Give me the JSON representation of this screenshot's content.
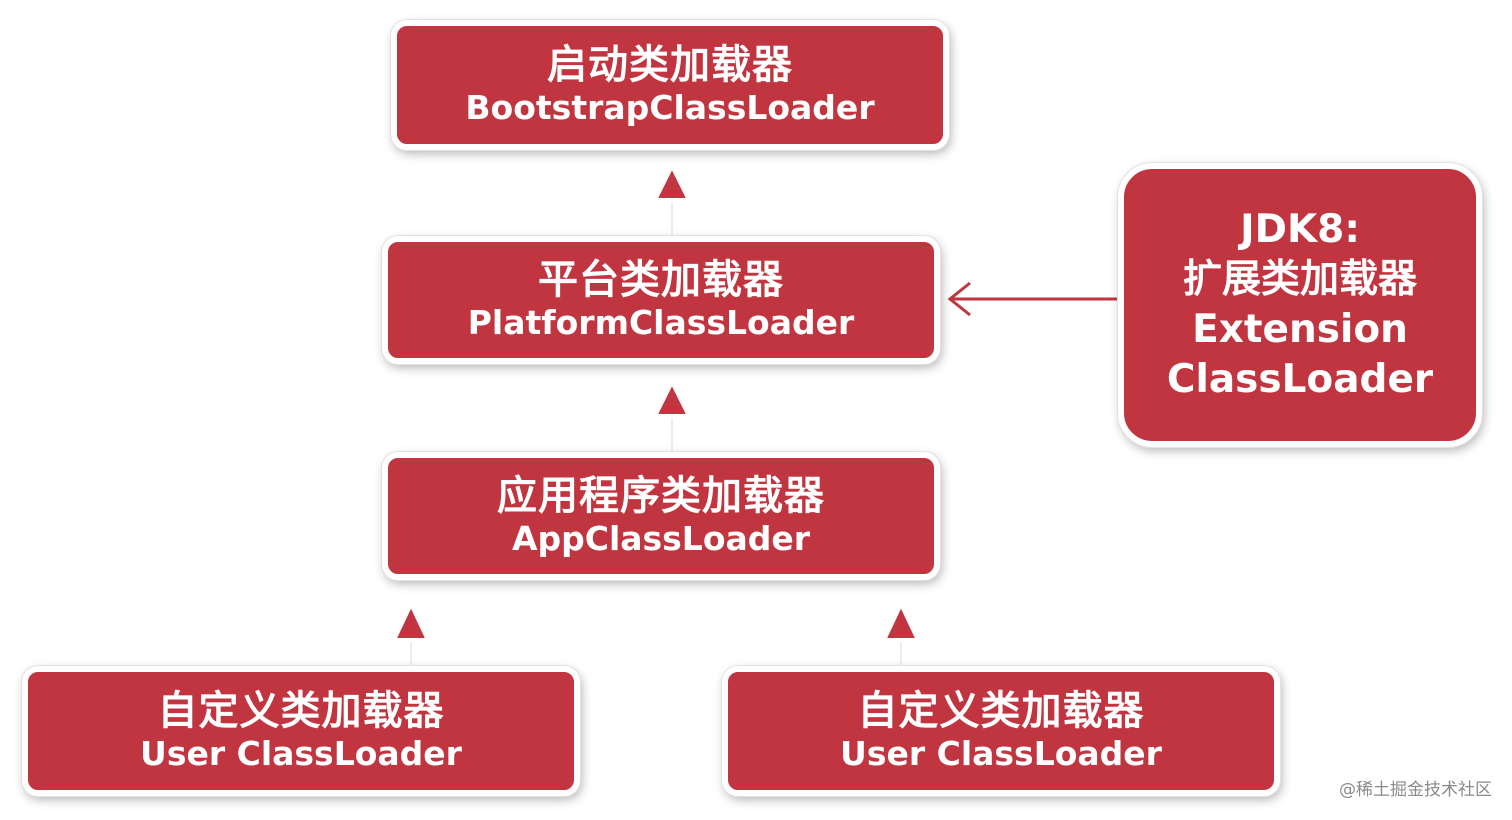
{
  "diagram": {
    "nodes": {
      "bootstrap": {
        "cn": "启动类加载器",
        "en": "BootstrapClassLoader"
      },
      "platform": {
        "cn": "平台类加载器",
        "en": "PlatformClassLoader"
      },
      "app": {
        "cn": "应用程序类加载器",
        "en": "AppClassLoader"
      },
      "user_left": {
        "cn": "自定义类加载器",
        "en": "User ClassLoader"
      },
      "user_right": {
        "cn": "自定义类加载器",
        "en": "User ClassLoader"
      },
      "jdk8": {
        "line1": "JDK8:",
        "line2": "扩展类加载器",
        "line3": "Extension",
        "line4": "ClassLoader"
      }
    },
    "edges": [
      {
        "from": "platform",
        "to": "bootstrap"
      },
      {
        "from": "app",
        "to": "platform"
      },
      {
        "from": "user_left",
        "to": "app"
      },
      {
        "from": "user_right",
        "to": "app"
      },
      {
        "from": "jdk8",
        "to": "platform"
      }
    ],
    "colors": {
      "box_fill": "#c0353f",
      "arrow": "#c0353f"
    }
  },
  "watermark": "@稀土掘金技术社区"
}
